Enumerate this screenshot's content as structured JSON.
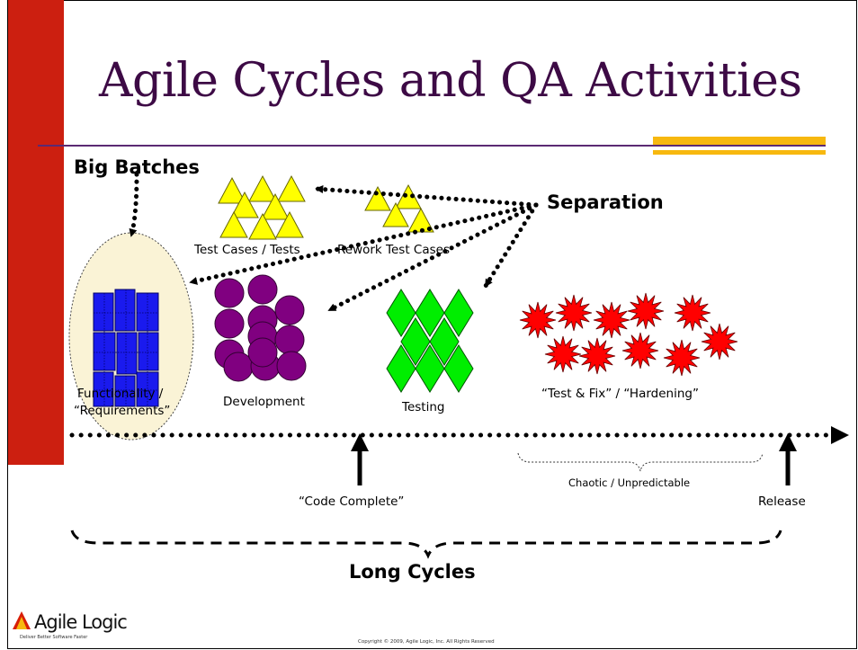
{
  "title": "Agile Cycles and QA Activities",
  "labels": {
    "big_batches": "Big Batches",
    "separation": "Separation",
    "test_cases": "Test Cases / Tests",
    "rework": "Rework Test Cases",
    "functionality_line1": "Functionality /",
    "functionality_line2": "“Requirements”",
    "development": "Development",
    "testing": "Testing",
    "test_fix": "“Test & Fix” / “Hardening”",
    "chaotic": "Chaotic / Unpredictable",
    "code_complete": "“Code Complete”",
    "release": "Release",
    "long_cycles": "Long Cycles"
  },
  "logo": {
    "name": "Agile Logic",
    "tagline": "Deliver Better Software Faster"
  },
  "copyright": "Copyright © 2009, Agile Logic, Inc. All Rights Reserved",
  "colors": {
    "red_bar": "#cc1f10",
    "title": "#3d0a45",
    "accent_gold": "#f7b80f",
    "requirements_blue": "#1a1aee",
    "development_purple": "#800080",
    "testing_green": "#00ee00",
    "test_cases_yellow": "#ffff00",
    "test_fix_red": "#ff0000",
    "oval_fill": "#faf3d6"
  }
}
